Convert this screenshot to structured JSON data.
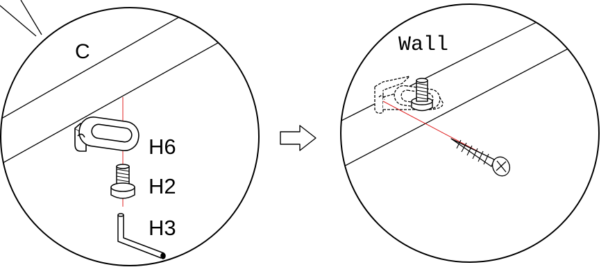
{
  "left_detail": {
    "section_label": "C",
    "parts": [
      {
        "id": "H6",
        "label": "H6",
        "icon": "l-bracket-icon"
      },
      {
        "id": "H2",
        "label": "H2",
        "icon": "bolt-icon"
      },
      {
        "id": "H3",
        "label": "H3",
        "icon": "hex-key-icon"
      }
    ]
  },
  "flow_arrow": {
    "icon": "right-arrow-icon"
  },
  "right_detail": {
    "label": "Wall",
    "items": [
      "bracket-with-bolt-icon",
      "wood-screw-icon"
    ]
  },
  "colors": {
    "line": "#000000",
    "guide": "#e02020",
    "background": "#ffffff"
  }
}
